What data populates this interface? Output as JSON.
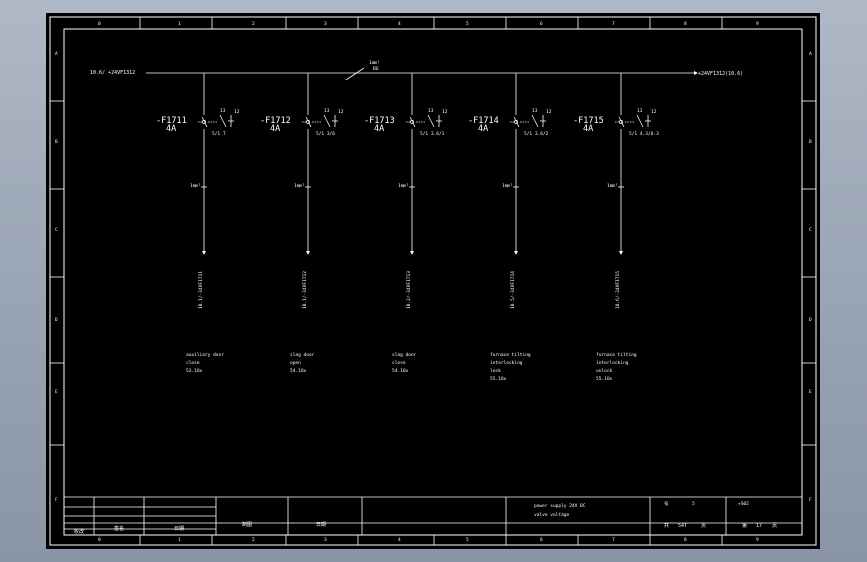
{
  "border": {
    "columns": [
      "0",
      "1",
      "2",
      "3",
      "4",
      "5",
      "6",
      "7",
      "8",
      "9"
    ],
    "rows": [
      "A",
      "B",
      "C",
      "D",
      "E",
      "F"
    ]
  },
  "bus": {
    "left_label": "10.6/ +24VF1312",
    "right_label": "+24VF1312(10.6)",
    "cross_label_top": "1mm²",
    "cross_label_bottom": "BU"
  },
  "circuits": [
    {
      "device": "-F1711",
      "rating": "4A",
      "aux_top": "13",
      "aux_nc": "12",
      "aux_bottom": "5/1",
      "aux_ref": "5/1 T",
      "wire_size": "1mm²",
      "wire_label": "10.1/-24VF1711",
      "desc": [
        "auxiliary door",
        "close"
      ],
      "ref": "53.1Ox"
    },
    {
      "device": "-F1712",
      "rating": "4A",
      "aux_top": "13",
      "aux_nc": "12",
      "aux_bottom": "5/1",
      "aux_ref": "5/1 3/6",
      "wire_size": "1mm²",
      "wire_label": "10.1/-24VF1712",
      "desc": [
        "slag door",
        "open"
      ],
      "ref": "54.1Ox"
    },
    {
      "device": "-F1713",
      "rating": "4A",
      "aux_top": "13",
      "aux_nc": "12",
      "aux_bottom": "5/1",
      "aux_ref": "5/1 3.6/1",
      "wire_size": "1mm²",
      "wire_label": "10.2/-24VF1713",
      "desc": [
        "slag door",
        "close"
      ],
      "ref": "54.1Ox"
    },
    {
      "device": "-F1714",
      "rating": "4A",
      "aux_top": "13",
      "aux_nc": "12",
      "aux_bottom": "5/1",
      "aux_ref": "5/1 3.6/2",
      "wire_size": "1mm²",
      "wire_label": "10.5/-24VF1714",
      "desc": [
        "furnace tilting",
        "interlocking",
        "lock"
      ],
      "ref": "55.1Ox"
    },
    {
      "device": "-F1715",
      "rating": "4A",
      "aux_top": "13",
      "aux_nc": "12",
      "aux_bottom": "5/1",
      "aux_ref": "5/1 4.3/6.3",
      "wire_size": "1mm²",
      "wire_label": "10.6/-24VF1715",
      "desc": [
        "furnace tilting",
        "interlocking",
        "unlock"
      ],
      "ref": "55.1Ox"
    }
  ],
  "title_block": {
    "c_proofread": "校改",
    "c_sign": "签名",
    "c_date": "日期",
    "c_drawn": "制图",
    "c_date2": "日期",
    "title_line1": "power supply 24V DC",
    "title_line2": "valve voltage",
    "c_drawing_no": "号",
    "c_drawing_no_val": "5",
    "c_part": "+S02",
    "total_pages_prefix": "共",
    "total_pages": "54T",
    "total_pages_suffix": "页",
    "page_prefix": "第",
    "page": "17",
    "page_suffix": "页"
  }
}
